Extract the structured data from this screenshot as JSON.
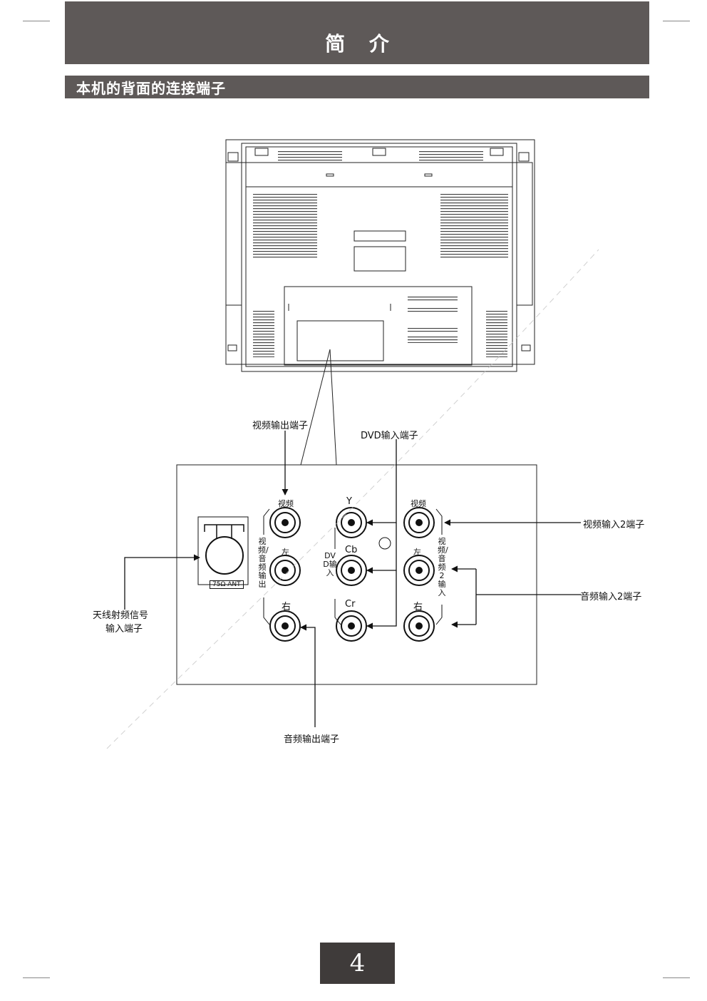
{
  "header": {
    "title": "简 介"
  },
  "section": {
    "title": "本机的背面的连接端子"
  },
  "callouts": {
    "video_out": "视频输出端子",
    "dvd_in": "DVD输入端子",
    "video_in2": "视频输入2端子",
    "audio_in2": "音频输入2端子",
    "antenna_line1": "天线射频信号",
    "antenna_line2": "输入端子",
    "audio_out": "音频输出端子"
  },
  "panel": {
    "col1_top": "视频",
    "col1_mid": "左",
    "col1_bottom": "右",
    "col1_side": "视频/音频输出",
    "y": "Y",
    "cb": "Cb",
    "cr": "Cr",
    "dvd_side": "DVD输入",
    "col3_top": "视频",
    "col3_mid": "左",
    "col3_bottom": "右",
    "col3_side": "视频/音频2输入",
    "ant_label": "75Ω ANT"
  },
  "page": {
    "number": "4"
  }
}
